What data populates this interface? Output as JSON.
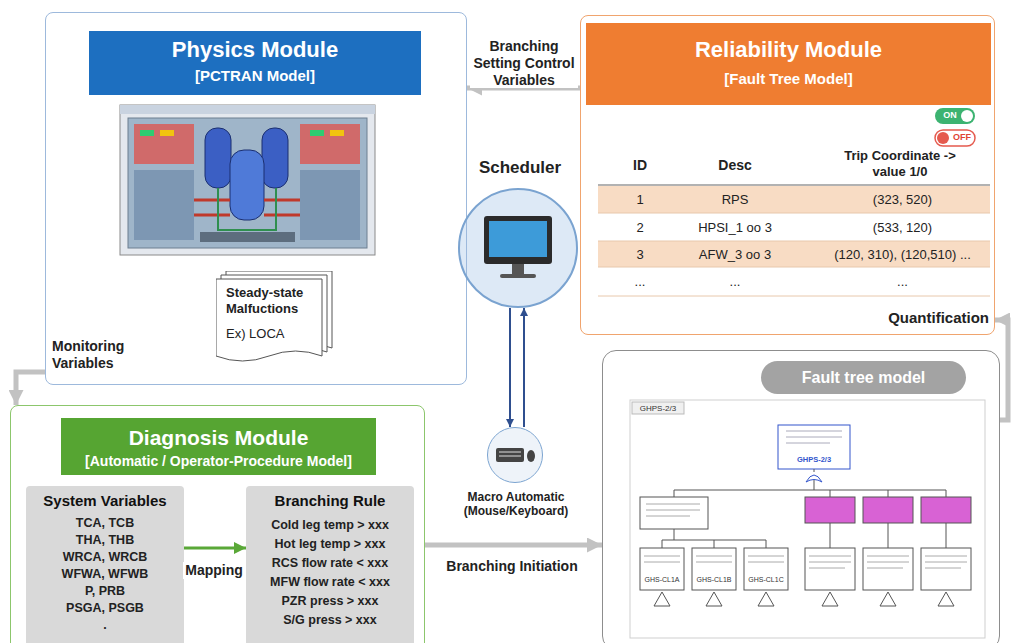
{
  "diagram": {
    "nodes": [
      {
        "text": [
          "Physics Module",
          "[PCTRAN Model]",
          "Monitoring Variables"
        ]
      },
      {
        "text": [
          "Steady-state Malfuctions",
          "Ex) LOCA"
        ],
        "in": 0
      },
      {
        "text": [
          "Reliability Module",
          "[Fault Tree Model]",
          "Quantification"
        ]
      },
      {
        "text": [
          "Scheduler"
        ]
      },
      {
        "text": [
          "Macro Automatic (Mouse/Keyboard)"
        ]
      },
      {
        "text": [
          "Diagnosis Module",
          "[Automatic / Operator-Procedure Model]"
        ]
      },
      {
        "text": [
          "System Variables",
          "TCA, TCB",
          "THA, THB",
          "WRCA, WRCB",
          "WFWA, WFWB",
          "P, PRB",
          "PSGA, PSGB",
          "."
        ],
        "in": 5
      },
      {
        "text": [
          "Branching Rule",
          "Cold leg temp > xxx",
          "Hot leg temp > xxx",
          "RCS flow rate < xxx",
          "MFW flow rate < xxx",
          "PZR press > xxx",
          "S/G press > xxx"
        ],
        "in": 5
      },
      {
        "text": [
          "Fault tree model"
        ]
      }
    ],
    "edges": [
      {
        "from": 2,
        "to": 0,
        "arrow": "to",
        "label": "Branching Setting Control Variables"
      },
      {
        "from": 0,
        "to": 5,
        "arrow": "to"
      },
      {
        "from": 5,
        "to": 8,
        "arrow": "to",
        "label": "Branching Initiation"
      },
      {
        "from": 8,
        "to": 2,
        "arrow": "to"
      },
      {
        "from": 3,
        "to": 4,
        "arrow": "to"
      },
      {
        "from": 4,
        "to": 3,
        "arrow": "to"
      },
      {
        "from": 6,
        "to": 7,
        "arrow": "to",
        "label": "Mapping"
      }
    ],
    "labels": [
      "ON",
      "OFF",
      "ID",
      "Desc",
      "Trip Coordinate -> value 1/0",
      "1",
      "RPS",
      "(323, 520)",
      "2",
      "HPSI_1 oo 3",
      "(533, 120)",
      "3",
      "AFW_3 oo 3",
      "(120, 310), (120,510) ...",
      "...",
      "...",
      "...",
      "GHPS-2/3",
      "GHPS-2/3",
      "GHS-CL1A",
      "GHS-CL1B",
      "GHS-CL1C"
    ]
  }
}
